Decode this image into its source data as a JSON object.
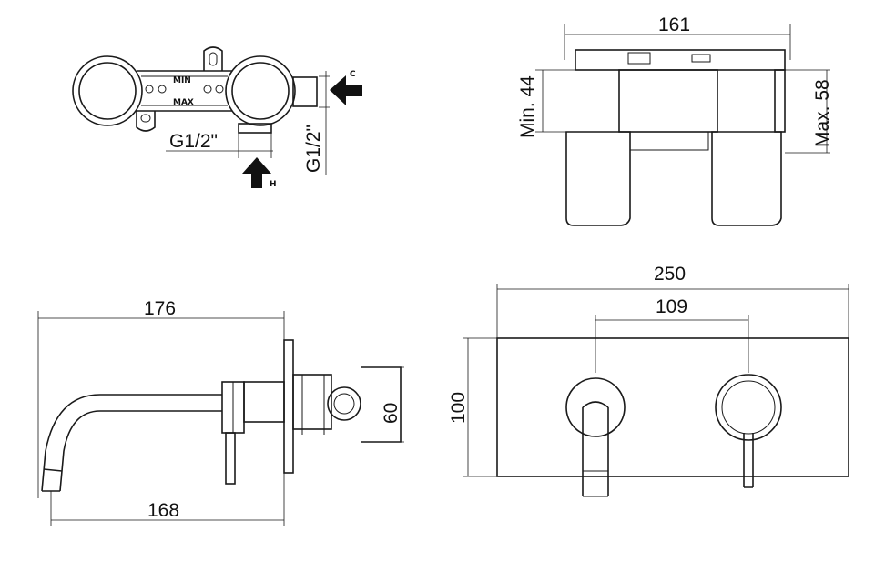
{
  "top_left_view": {
    "min_label": "MIN",
    "max_label": "MAX",
    "c_label": "C",
    "h_label": "H",
    "thread_horizontal": "G1/2\"",
    "thread_vertical": "G1/2\""
  },
  "top_right_view": {
    "width": "161",
    "min_depth": "Min. 44",
    "max_depth": "Max. 58"
  },
  "side_view": {
    "overall_length": "176",
    "spout_projection": "168",
    "body_height": "60"
  },
  "front_view": {
    "plate_width": "250",
    "centers": "109",
    "plate_height": "100"
  }
}
